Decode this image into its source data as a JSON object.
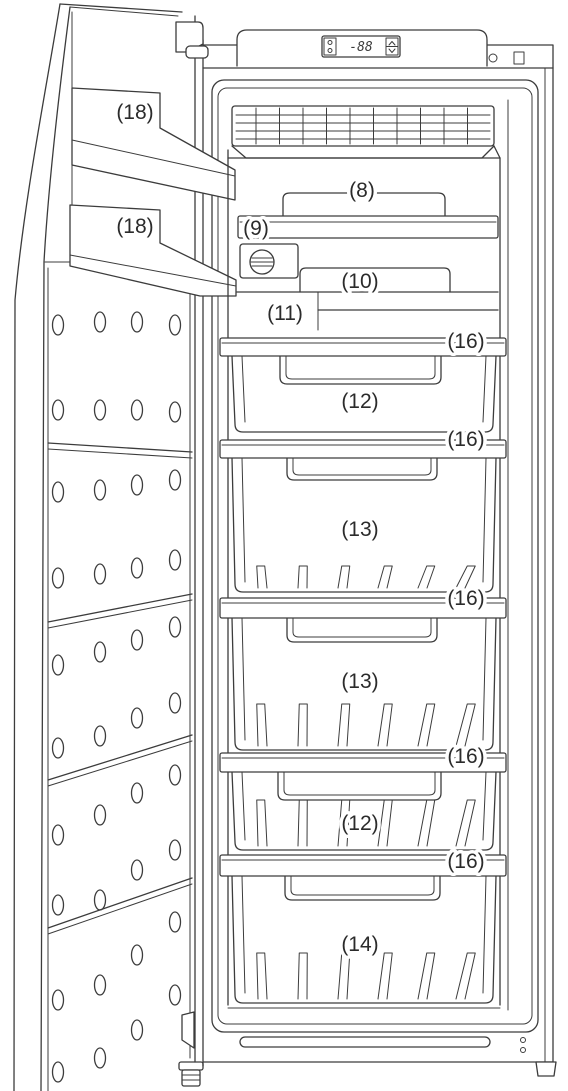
{
  "control_panel": {
    "display": "-88",
    "icons": {
      "mode": "mode-symbols-icon",
      "up": "chevron-up-icon",
      "down": "chevron-down-icon"
    }
  },
  "callouts": {
    "door_shelves": [
      "(18)",
      "(18)"
    ],
    "top_compartment": "(8)",
    "ice_maker": "(9)",
    "upper_drawer": "(10)",
    "shelf": "(11)",
    "drawer_rails": [
      "(16)",
      "(16)",
      "(16)",
      "(16)",
      "(16)"
    ],
    "bins": [
      "(12)",
      "(13)",
      "(13)",
      "(12)",
      "(14)"
    ]
  },
  "colors": {
    "line": "#3c3c3c",
    "label": "#2b2b2b",
    "background": "#ffffff"
  }
}
